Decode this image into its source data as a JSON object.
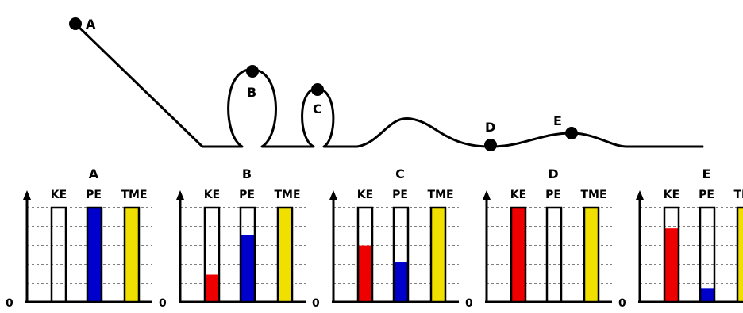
{
  "track": {
    "points": [
      {
        "label": "A"
      },
      {
        "label": "B"
      },
      {
        "label": "C"
      },
      {
        "label": "D"
      },
      {
        "label": "E"
      }
    ]
  },
  "chart_data": [
    {
      "type": "bar",
      "title": "A",
      "categories": [
        "KE",
        "PE",
        "TME"
      ],
      "values": [
        0,
        1.0,
        1.0
      ],
      "zero_label": "0",
      "ylim": [
        0,
        1
      ],
      "grid": true
    },
    {
      "type": "bar",
      "title": "B",
      "categories": [
        "KE",
        "PE",
        "TME"
      ],
      "values": [
        0.29,
        0.71,
        1.0
      ],
      "zero_label": "0",
      "ylim": [
        0,
        1
      ],
      "grid": true
    },
    {
      "type": "bar",
      "title": "C",
      "categories": [
        "KE",
        "PE",
        "TME"
      ],
      "values": [
        0.6,
        0.42,
        1.0
      ],
      "zero_label": "0",
      "ylim": [
        0,
        1
      ],
      "grid": true
    },
    {
      "type": "bar",
      "title": "D",
      "categories": [
        "KE",
        "PE",
        "TME"
      ],
      "values": [
        1.0,
        0,
        1.0
      ],
      "zero_label": "0",
      "ylim": [
        0,
        1
      ],
      "grid": true
    },
    {
      "type": "bar",
      "title": "E",
      "categories": [
        "KE",
        "PE",
        "TME"
      ],
      "values": [
        0.78,
        0.14,
        1.0
      ],
      "zero_label": "0",
      "ylim": [
        0,
        1
      ],
      "grid": true
    }
  ],
  "colors": {
    "KE": "#ee0000",
    "PE": "#0000cc",
    "TME": "#f0e000",
    "line": "#000000",
    "grid": "#555555"
  }
}
